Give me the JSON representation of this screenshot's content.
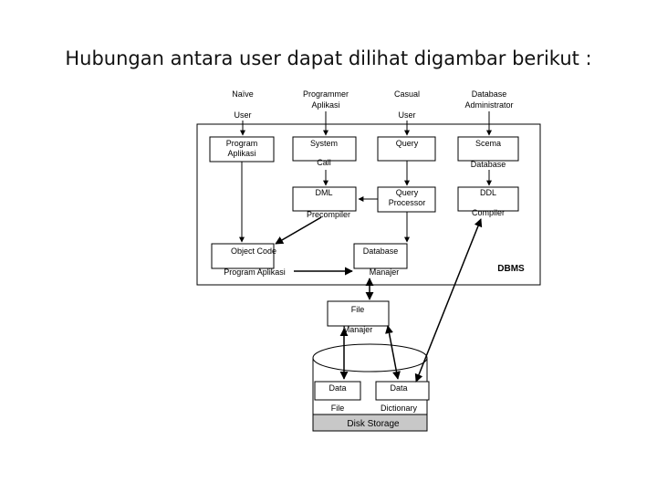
{
  "title": "Hubungan antara user dapat dilihat digambar berikut :",
  "users": {
    "naive": [
      "Naïve",
      "User"
    ],
    "programmer": [
      "Programmer",
      "Aplikasi"
    ],
    "casual": [
      "Casual",
      "User"
    ],
    "dba": [
      "Database",
      "Administrator"
    ]
  },
  "components": {
    "program_aplikasi": [
      "Program",
      "Aplikasi"
    ],
    "system_call": [
      "System",
      "Call"
    ],
    "query": "Query",
    "schema": [
      "Scema",
      "Database"
    ],
    "dml": [
      "DML",
      "Precompiler"
    ],
    "query_processor": [
      "Query",
      "Processor"
    ],
    "ddl": [
      "DDL",
      "Compiler"
    ],
    "object_code": [
      "Object Code",
      "Program Aplikasi"
    ],
    "db_manager": [
      "Database",
      "Manajer"
    ],
    "file_manager": [
      "File",
      "Manajer"
    ],
    "data_file": [
      "Data",
      "File"
    ],
    "data_dictionary": [
      "Data",
      "Dictionary"
    ]
  },
  "dbms_label": "DBMS",
  "disk_label": "Disk Storage"
}
